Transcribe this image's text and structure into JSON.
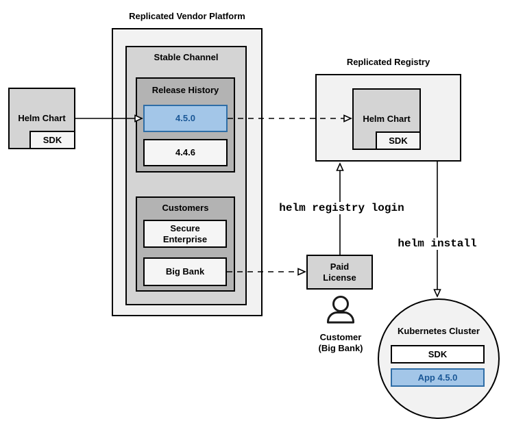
{
  "vendor_platform": {
    "title": "Replicated Vendor Platform",
    "stable_channel": {
      "title": "Stable Channel",
      "release_history": {
        "title": "Release History",
        "releases": [
          {
            "version": "4.5.0",
            "highlighted": true
          },
          {
            "version": "4.4.6",
            "highlighted": false
          }
        ]
      },
      "customers": {
        "title": "Customers",
        "items": [
          {
            "label": "Secure\nEnterprise"
          },
          {
            "label": "Big Bank"
          }
        ]
      }
    }
  },
  "source_helm_chart": {
    "label": "Helm Chart",
    "sdk": "SDK"
  },
  "registry": {
    "title": "Replicated Registry",
    "helm_chart": {
      "label": "Helm Chart",
      "sdk": "SDK"
    }
  },
  "paid_license": {
    "label": "Paid\nLicense"
  },
  "customer": {
    "caption": "Customer\n(Big Bank)",
    "icon": "person-icon"
  },
  "kubernetes_cluster": {
    "title": "Kubernetes Cluster",
    "sdk": "SDK",
    "app": "App 4.5.0"
  },
  "commands": {
    "registry_login": "helm registry login",
    "install": "helm install"
  },
  "colors": {
    "container_light": "#f2f2f2",
    "container_mid": "#d4d4d4",
    "container_dark": "#b3b3b3",
    "item_fill": "#f5f5f5",
    "border": "#000000",
    "highlight_fill": "#a3c6e8",
    "highlight_border": "#2e6da6",
    "highlight_text": "#1a5796"
  }
}
